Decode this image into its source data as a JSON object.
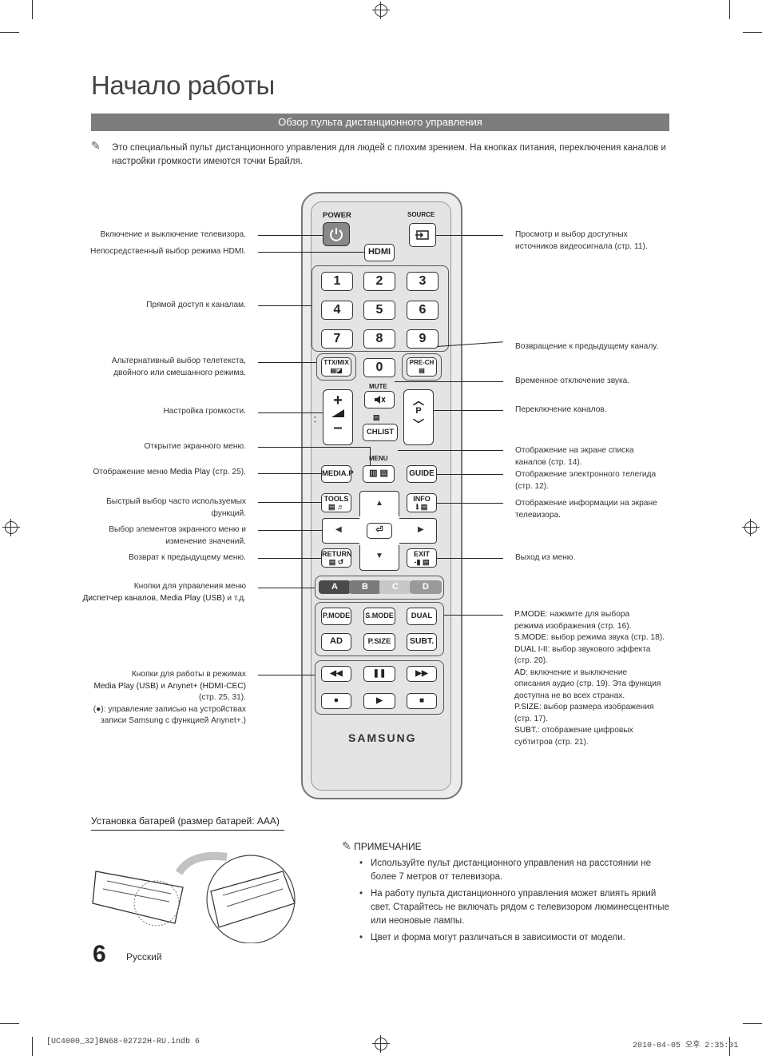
{
  "page": {
    "title": "Начало работы",
    "section_bar": "Обзор пульта дистанционного управления",
    "intro": "Это специальный пульт дистанционного управления для людей с плохим зрением. На кнопках питания, переключения каналов и настройки громкости имеются точки Брайля."
  },
  "remote": {
    "power": "POWER",
    "source": "SOURCE",
    "hdmi": "HDMI",
    "numbers": [
      "1",
      "2",
      "3",
      "4",
      "5",
      "6",
      "7",
      "8",
      "9",
      "0"
    ],
    "ttx": "TTX/MIX",
    "prech": "PRE-CH",
    "mute": "MUTE",
    "p": "P",
    "chlist": "CHLIST",
    "menu": "MENU",
    "mediap": "MEDIA.P",
    "guide": "GUIDE",
    "tools": "TOOLS",
    "info": "INFO",
    "return": "RETURN",
    "exit": "EXIT",
    "colors": [
      {
        "label": "A",
        "color": "#4a4a4a"
      },
      {
        "label": "B",
        "color": "#7a7a7a"
      },
      {
        "label": "C",
        "color": "#c8c8c8"
      },
      {
        "label": "D",
        "color": "#9a9a9a"
      }
    ],
    "pmode": "P.MODE",
    "smode": "S.MODE",
    "dual": "DUAL",
    "ad": "AD",
    "psize": "P.SIZE",
    "subt": "SUBT.",
    "brand": "SAMSUNG"
  },
  "labels_left": {
    "power": "Включение и выключение телевизора.",
    "hdmi": "Непосредственный выбор режима HDMI.",
    "channels": "Прямой доступ к каналам.",
    "ttx1": "Альтернативный выбор телетекста,",
    "ttx2": "двойного или смешанного режима.",
    "volume": "Настройка громкости.",
    "menu": "Открытие экранного меню.",
    "mediap_a": "Отображение меню ",
    "mediap_b": "Media Play",
    "mediap_c": " (стр. 25).",
    "tools1": "Быстрый выбор часто используемых",
    "tools2": "функций.",
    "nav1": "Выбор элементов экранного меню и",
    "nav2": "изменение значений.",
    "return": "Возврат к предыдущему меню.",
    "color1": "Кнопки для управления меню",
    "color2a": "Диспетчер каналов, Media Play (USB)",
    "color2b": " и т.д.",
    "play1": "Кнопки для работы в режимах",
    "play2a": "Media Play (USB)",
    "play2b": " и ",
    "play2c": "Anynet+ (HDMI-CEC)",
    "play3": "(стр. 25, 31).",
    "play4": "(●): управление записью на устройствах",
    "play5": "записи Samsung с функцией Anynet+.)"
  },
  "labels_right": {
    "source1": "Просмотр и выбор доступных",
    "source2": "источников видеосигнала (стр. 11).",
    "prech": "Возвращение к предыдущему каналу.",
    "mute": "Временное отключение звука.",
    "channel": "Переключение каналов.",
    "chlist1": "Отображение на экране списка",
    "chlist2": "каналов (стр. 14).",
    "guide1": "Отображение электронного телегида",
    "guide2": "(стр. 12).",
    "info1": "Отображение информации на экране",
    "info2": "телевизора.",
    "exit": "Выход из меню.",
    "pmode_k": "P.MODE",
    "pmode_v": ": нажмите для выбора",
    "pmode_v2": "режима изображения (стр. 16).",
    "smode_k": "S.MODE",
    "smode_v": ": выбор режима звука (стр. 18).",
    "dual_k": "DUAL I-II",
    "dual_v": ": выбор звукового эффекта",
    "dual_v2": "(стр. 20).",
    "ad_k": "AD",
    "ad_v": ": включение и выключение",
    "ad_v2": "описания аудио (стр. 19). Эта функция",
    "ad_v3": "доступна не во всех странах.",
    "psize_k": "P.SIZE",
    "psize_v": ": выбор размера изображения",
    "psize_v2": "(стр. 17).",
    "subt_k": "SUBT.",
    "subt_v": ": отображение цифровых",
    "subt_v2": "субтитров (стр. 21)."
  },
  "battery": {
    "heading": "Установка батарей (размер батарей: AAA)"
  },
  "note": {
    "heading": "ПРИМЕЧАНИЕ",
    "items": [
      "Используйте пульт дистанционного управления на расстоянии не более 7 метров от телевизора.",
      "На работу пульта дистанционного управления может влиять яркий свет. Старайтесь не включать рядом с телевизором люминесцентные или неоновые лампы.",
      "Цвет и форма могут различаться в зависимости от модели."
    ]
  },
  "footer": {
    "page_number": "6",
    "language": "Русский",
    "file": "[UC4000_32]BN68-02722H-RU.indb   6",
    "date": "2010-04-05   오후 2:35:01"
  }
}
